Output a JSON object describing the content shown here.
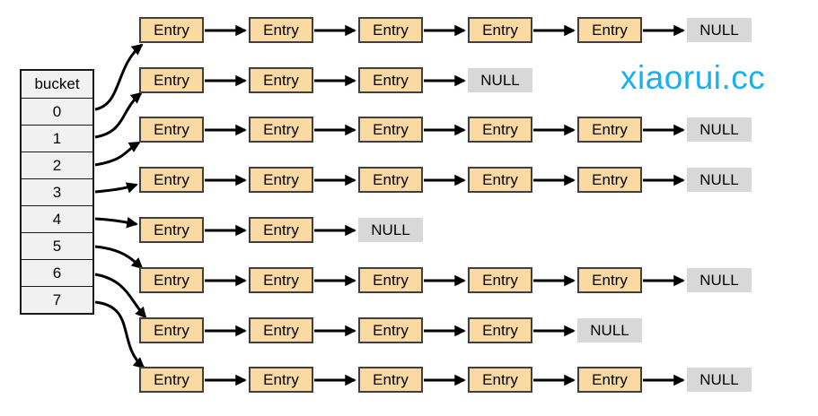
{
  "watermark": {
    "text": "xiaorui.cc",
    "color": "#17b1f0"
  },
  "bucket_table": {
    "header": "bucket",
    "cells": [
      "0",
      "1",
      "2",
      "3",
      "4",
      "5",
      "6",
      "7"
    ]
  },
  "lists": [
    {
      "bucket": "0",
      "entries": [
        "Entry",
        "Entry",
        "Entry",
        "Entry",
        "Entry"
      ],
      "terminator": "NULL"
    },
    {
      "bucket": "1",
      "entries": [
        "Entry",
        "Entry",
        "Entry"
      ],
      "terminator": "NULL"
    },
    {
      "bucket": "2",
      "entries": [
        "Entry",
        "Entry",
        "Entry",
        "Entry",
        "Entry"
      ],
      "terminator": "NULL"
    },
    {
      "bucket": "3",
      "entries": [
        "Entry",
        "Entry",
        "Entry",
        "Entry",
        "Entry"
      ],
      "terminator": "NULL"
    },
    {
      "bucket": "4",
      "entries": [
        "Entry",
        "Entry"
      ],
      "terminator": "NULL"
    },
    {
      "bucket": "5",
      "entries": [
        "Entry",
        "Entry",
        "Entry",
        "Entry",
        "Entry"
      ],
      "terminator": "NULL"
    },
    {
      "bucket": "6",
      "entries": [
        "Entry",
        "Entry",
        "Entry",
        "Entry"
      ],
      "terminator": "NULL"
    },
    {
      "bucket": "7",
      "entries": [
        "Entry",
        "Entry",
        "Entry",
        "Entry",
        "Entry"
      ],
      "terminator": "NULL"
    }
  ],
  "colors": {
    "entry_fill": "#fbd9a2",
    "entry_border": "#404040",
    "null_fill": "#d8d8d8",
    "bucket_fill": "#f1f1f1",
    "arrow": "#000000",
    "watermark": "#17b1f0"
  }
}
